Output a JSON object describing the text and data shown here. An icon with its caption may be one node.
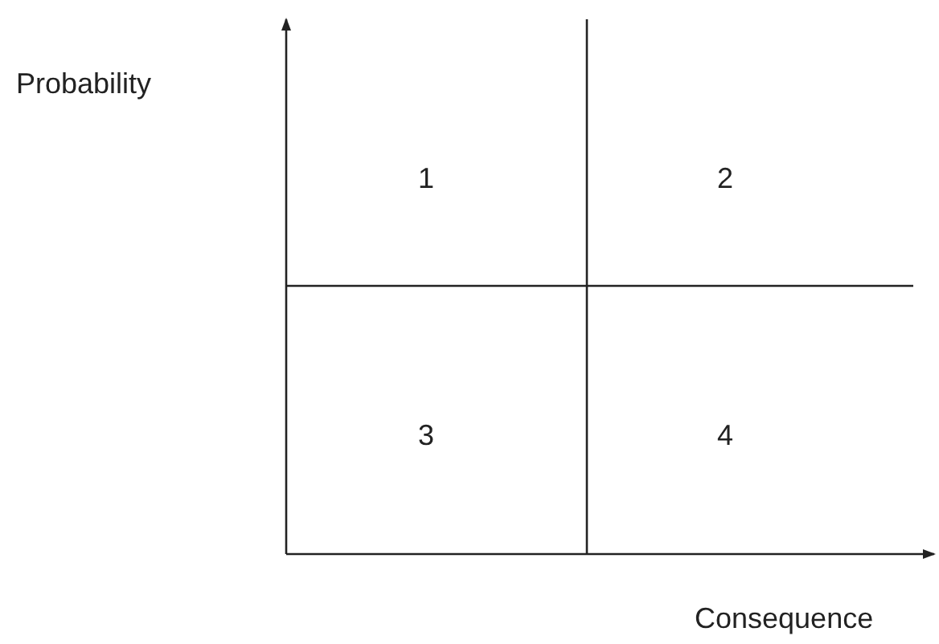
{
  "diagram": {
    "labels": [
      "Probability",
      "1",
      "2",
      "3",
      "4",
      "Consequence"
    ]
  }
}
